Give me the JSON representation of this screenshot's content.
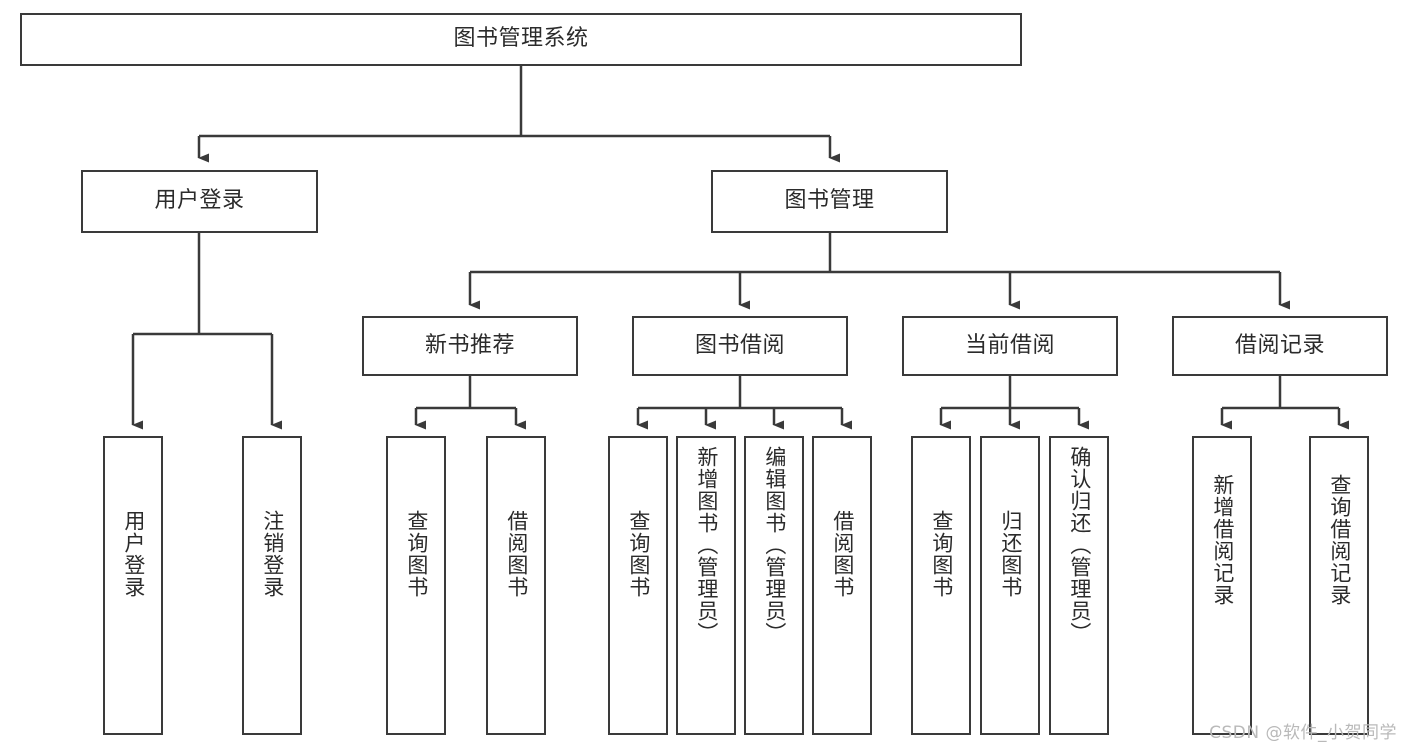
{
  "diagram": {
    "type": "tree-hierarchy",
    "title": "图书管理系统",
    "watermark": "CSDN @软件_小贺同学",
    "colors": {
      "box_border": "#3a3a3a",
      "box_fill": "#ffffff",
      "text": "#2b2b2b",
      "connector": "#3a3a3a",
      "watermark": "#b9b9b9",
      "background": "#ffffff"
    },
    "levels": [
      {
        "level": 1,
        "nodes": [
          {
            "id": "root",
            "label": "图书管理系统",
            "orientation": "horizontal"
          }
        ]
      },
      {
        "level": 2,
        "nodes": [
          {
            "id": "user-login",
            "label": "用户登录",
            "orientation": "horizontal",
            "parent": "root"
          },
          {
            "id": "book-manage",
            "label": "图书管理",
            "orientation": "horizontal",
            "parent": "root"
          }
        ]
      },
      {
        "level": 3,
        "nodes": [
          {
            "id": "new-book-rec",
            "label": "新书推荐",
            "orientation": "horizontal",
            "parent": "book-manage"
          },
          {
            "id": "book-borrow",
            "label": "图书借阅",
            "orientation": "horizontal",
            "parent": "book-manage"
          },
          {
            "id": "current-borrow",
            "label": "当前借阅",
            "orientation": "horizontal",
            "parent": "book-manage"
          },
          {
            "id": "borrow-record",
            "label": "借阅记录",
            "orientation": "horizontal",
            "parent": "book-manage"
          }
        ]
      },
      {
        "level": 4,
        "nodes": [
          {
            "id": "leaf-user-login",
            "label": "用户登录",
            "orientation": "vertical",
            "parent": "user-login"
          },
          {
            "id": "leaf-logout-login",
            "label": "注销登录",
            "orientation": "vertical",
            "parent": "user-login"
          },
          {
            "id": "leaf-rec-query-book",
            "label": "查询图书",
            "orientation": "vertical",
            "parent": "new-book-rec"
          },
          {
            "id": "leaf-rec-borrow-book",
            "label": "借阅图书",
            "orientation": "vertical",
            "parent": "new-book-rec"
          },
          {
            "id": "leaf-bb-query-book",
            "label": "查询图书",
            "orientation": "vertical",
            "parent": "book-borrow"
          },
          {
            "id": "leaf-bb-add-book",
            "label": "新增图书（管理员）",
            "orientation": "vertical",
            "parent": "book-borrow"
          },
          {
            "id": "leaf-bb-edit-book",
            "label": "编辑图书（管理员）",
            "orientation": "vertical",
            "parent": "book-borrow"
          },
          {
            "id": "leaf-bb-borrow-book",
            "label": "借阅图书",
            "orientation": "vertical",
            "parent": "book-borrow"
          },
          {
            "id": "leaf-cb-query-book",
            "label": "查询图书",
            "orientation": "vertical",
            "parent": "current-borrow"
          },
          {
            "id": "leaf-cb-return-book",
            "label": "归还图书",
            "orientation": "vertical",
            "parent": "current-borrow"
          },
          {
            "id": "leaf-cb-confirm-return",
            "label": "确认归还（管理员）",
            "orientation": "vertical",
            "parent": "current-borrow"
          },
          {
            "id": "leaf-br-add-record",
            "label": "新增借阅记录",
            "orientation": "vertical",
            "parent": "borrow-record"
          },
          {
            "id": "leaf-br-query-record",
            "label": "查询借阅记录",
            "orientation": "vertical",
            "parent": "borrow-record"
          }
        ]
      }
    ]
  }
}
